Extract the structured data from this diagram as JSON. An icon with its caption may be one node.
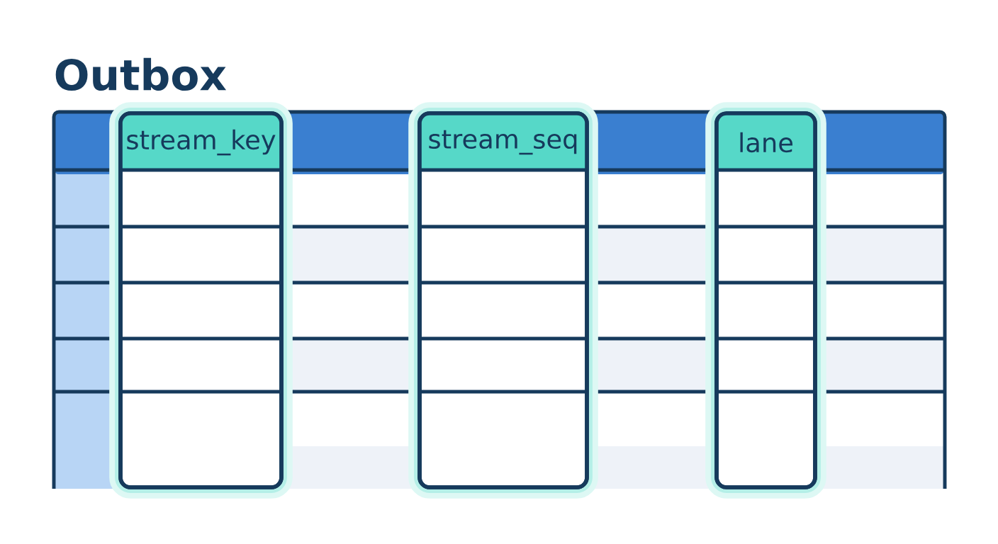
{
  "diagram": {
    "title": "Outbox",
    "nodes": [
      {
        "text": [
          "stream_key"
        ]
      },
      {
        "text": [
          "stream_seq"
        ]
      },
      {
        "text": [
          "lane"
        ]
      }
    ]
  }
}
